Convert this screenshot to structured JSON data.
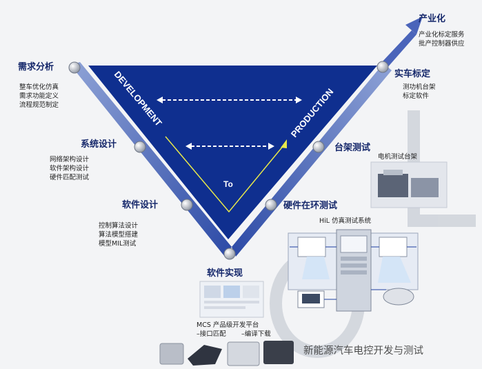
{
  "triangle": {
    "left_text": "DEVELOPMENT",
    "right_text": "PRODUCTION",
    "center_text": "To"
  },
  "stages": {
    "req": {
      "title": "需求分析",
      "items": [
        "整车优化仿真",
        "需求功能定义",
        "流程规范制定"
      ]
    },
    "sys": {
      "title": "系统设计",
      "items": [
        "网络架构设计",
        "软件架构设计",
        "硬件匹配测试"
      ]
    },
    "sw": {
      "title": "软件设计",
      "items": [
        "控制算法设计",
        "算法模型搭建",
        "模型MIL测试"
      ]
    },
    "impl": {
      "title": "软件实现",
      "caption": "MCS 产品级开发平台",
      "items": [
        "–接口匹配",
        "–编译下载"
      ]
    },
    "hil": {
      "title": "硬件在环测试",
      "caption": "HiL 仿真测试系统"
    },
    "bench": {
      "title": "台架测试",
      "caption": "电机测试台架"
    },
    "vehicle": {
      "title": "实车标定",
      "items": [
        "测功机台架",
        "标定软件"
      ]
    },
    "ind": {
      "title": "产业化",
      "items": [
        "产业化标定服务",
        "批产控制器供应"
      ]
    }
  },
  "watermark": "新能源汽车电控开发与测试",
  "colors": {
    "triangle": "#0f2f8f",
    "band": "#3a57b3",
    "accent_line": "#e8e84a",
    "heading": "#16286b"
  }
}
